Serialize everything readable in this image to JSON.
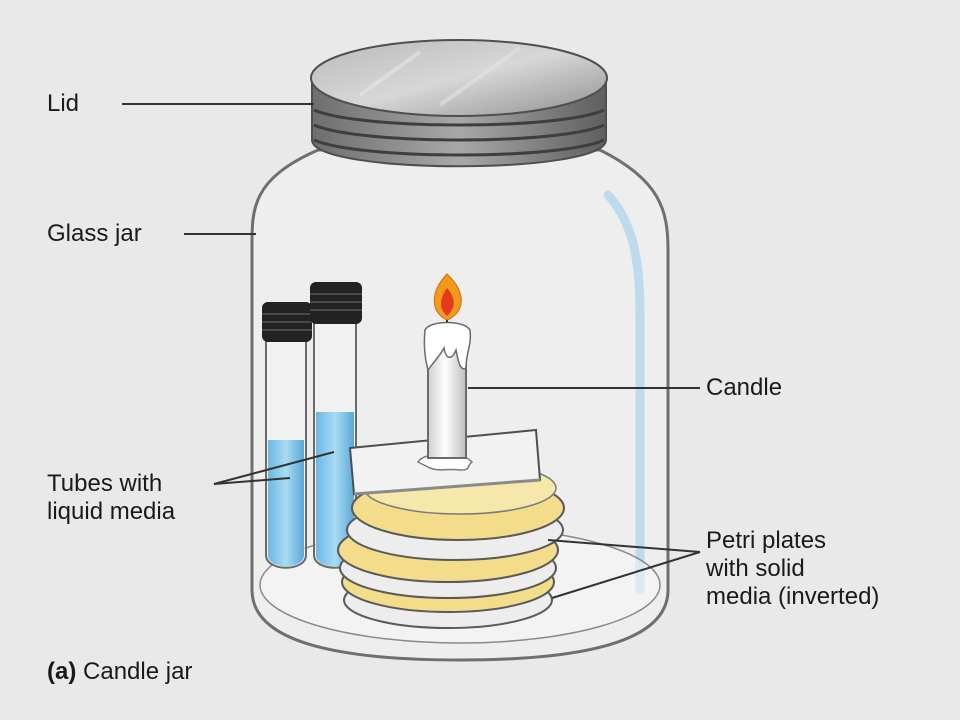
{
  "labels": {
    "lid": "Lid",
    "glass_jar": "Glass jar",
    "candle": "Candle",
    "tubes_line1": "Tubes with",
    "tubes_line2": "liquid media",
    "petri_line1": "Petri plates",
    "petri_line2": "with solid",
    "petri_line3": "media (inverted)"
  },
  "caption": {
    "letter": "(a)",
    "text": "Candle jar"
  },
  "colors": {
    "background": "#e9e9e9",
    "lid": "#9a9a9a",
    "glass_edge": "#6f6f6f",
    "liquid": "#7fc3e8",
    "agar": "#f3dc8a",
    "flame_outer": "#f39a1c",
    "flame_inner": "#e53a1c",
    "candle": "#f0f0f0"
  }
}
